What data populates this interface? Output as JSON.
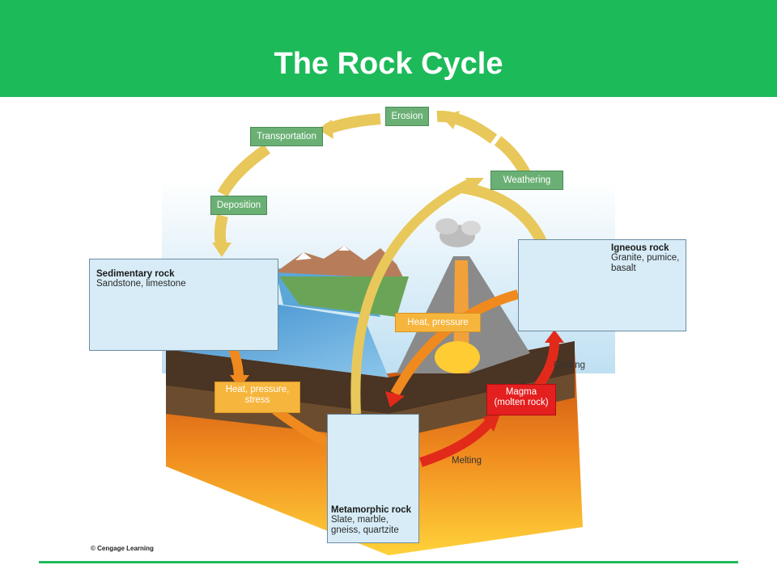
{
  "slide": {
    "title": "The Rock Cycle",
    "accent_color": "#1dba5a"
  },
  "diagram": {
    "processes": {
      "erosion": "Erosion",
      "transportation": "Transportation",
      "deposition": "Deposition",
      "weathering": "Weathering"
    },
    "transitions": {
      "heat_pressure_stress": "Heat, pressure,\nstress",
      "heat_pressure": "Heat, pressure",
      "magma": "Magma\n(molten rock)",
      "cooling": "Cooling",
      "melting": "Melting"
    },
    "rocks": {
      "sedimentary": {
        "name": "Sedimentary rock",
        "examples": "Sandstone, limestone"
      },
      "igneous": {
        "name": "Igneous rock",
        "examples": "Granite, pumice,\nbasalt"
      },
      "metamorphic": {
        "name": "Metamorphic rock",
        "examples": "Slate, marble,\ngneiss, quartzite"
      }
    },
    "credit": "© Cengage Learning",
    "colors": {
      "cycle_arrow": "#e8c85a",
      "heat_arrow": "#f08a1e",
      "melt_arrow": "#e22a1a",
      "process_label": "#6ab074",
      "rock_box": "#d7ecf7"
    }
  }
}
